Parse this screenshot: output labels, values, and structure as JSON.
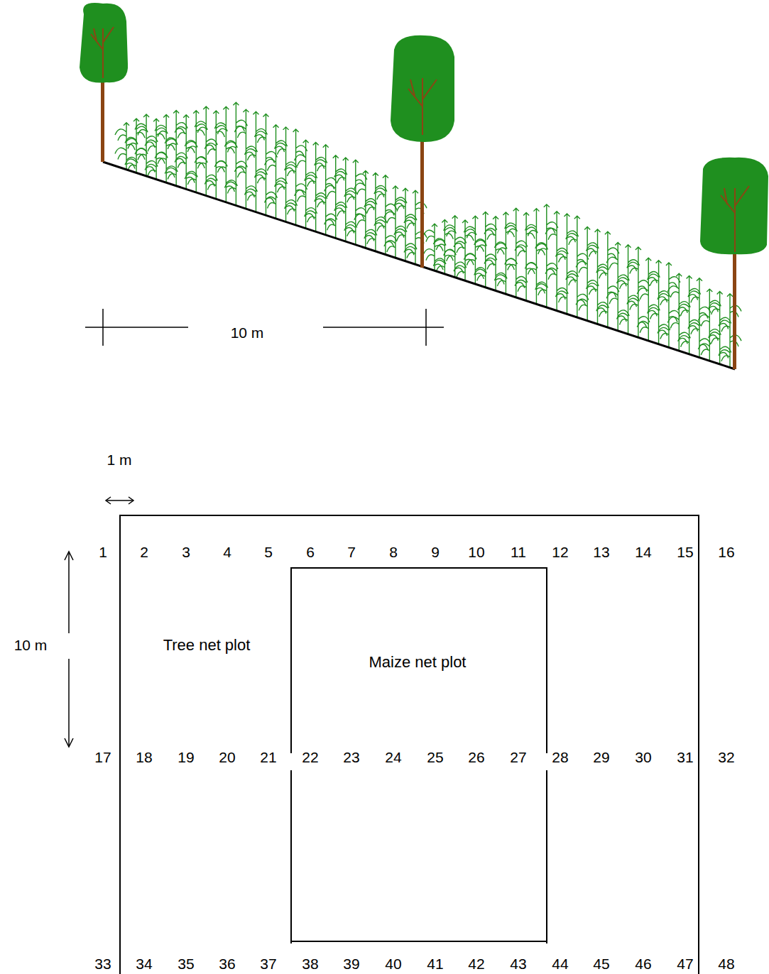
{
  "diagram": {
    "nodes": [
      {
        "text": [
          "Tree net plot"
        ]
      },
      {
        "text": [
          "Maize net plot"
        ],
        "in": 0
      }
    ],
    "labels": [
      "10 m",
      "1 m",
      "10 m",
      "1",
      "2",
      "3",
      "4",
      "5",
      "6",
      "7",
      "8",
      "9",
      "10",
      "11",
      "12",
      "13",
      "14",
      "15",
      "16",
      "17",
      "18",
      "19",
      "20",
      "21",
      "22",
      "23",
      "24",
      "25",
      "26",
      "27",
      "28",
      "29",
      "30",
      "31",
      "32",
      "33",
      "34",
      "35",
      "36",
      "37",
      "38",
      "39",
      "40",
      "41",
      "42",
      "43",
      "44",
      "45",
      "46",
      "47",
      "48"
    ]
  }
}
